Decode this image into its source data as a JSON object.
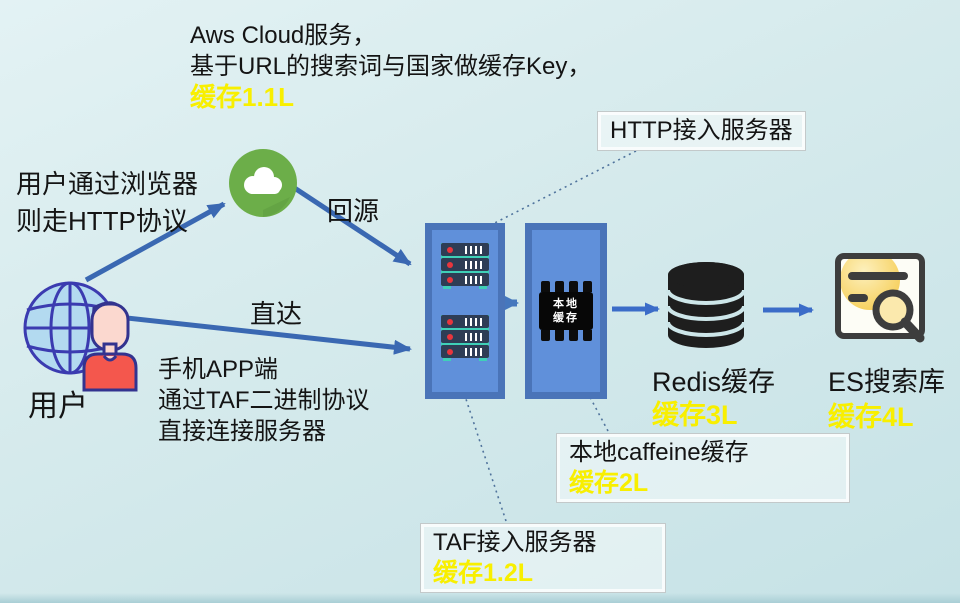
{
  "colors": {
    "background": "#d5eaec",
    "arrow_steel": "#3a68b2",
    "arrow_bright": "#3b6cc8",
    "box_fill": "#6090da",
    "box_border": "#4a74b8",
    "highlight_yellow": "#f8ef00",
    "cloud_green": "#6cae49",
    "server_teal": "#3fd0b8",
    "server_navy": "#2e3d55"
  },
  "notes": {
    "aws": {
      "line1": "Aws Cloud服务，",
      "line2": "基于URL的搜索词与国家做缓存Key，",
      "cache": "缓存1.1L"
    },
    "browser": {
      "line1": "用户通过浏览器",
      "line2": "则走HTTP协议"
    },
    "phone": {
      "line1": "手机APP端",
      "line2": "通过TAF二进制协议",
      "line3": "直接连接服务器"
    }
  },
  "edges": {
    "back_to_source": "回源",
    "direct": "直达"
  },
  "nodes": {
    "user": {
      "label": "用户"
    },
    "http_server": {
      "label": "HTTP接入服务器"
    },
    "taf_server": {
      "label": "TAF接入服务器",
      "cache": "缓存1.2L"
    },
    "local_cache_chip": {
      "line1": "本地",
      "line2": "缓存"
    },
    "caffeine": {
      "label": "本地caffeine缓存",
      "cache": "缓存2L"
    },
    "redis": {
      "label": "Redis缓存",
      "cache": "缓存3L"
    },
    "es": {
      "label": "ES搜索库",
      "cache": "缓存4L"
    }
  }
}
